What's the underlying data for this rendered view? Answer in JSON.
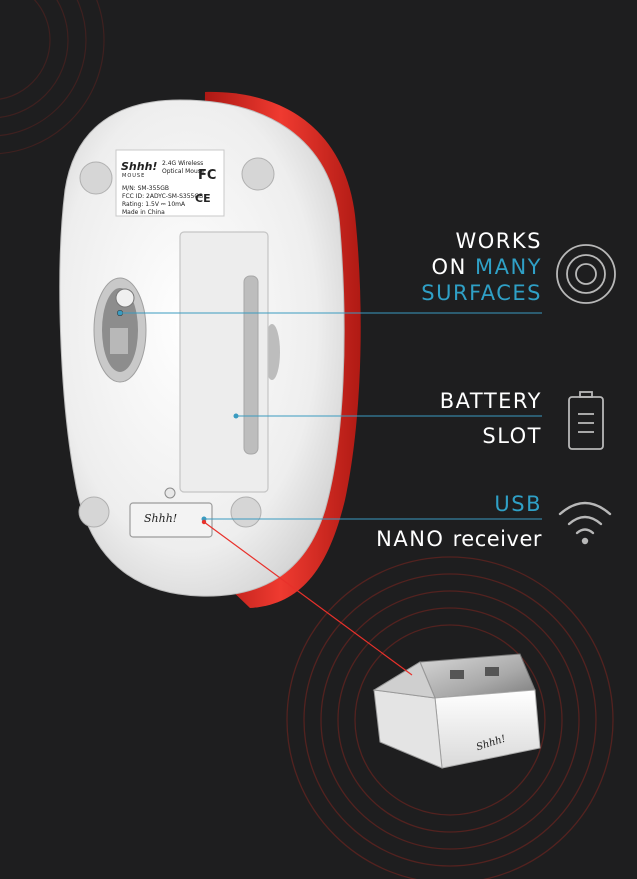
{
  "features": {
    "surfaces": {
      "line1": "WORKS",
      "line2_white": "ON ",
      "line2_accent": "MANY",
      "line3": "SURFACES"
    },
    "battery": {
      "line1": "BATTERY",
      "line2": "SLOT"
    },
    "usb": {
      "line1": "USB",
      "line2_a": "NANO ",
      "line2_b": "receiver"
    }
  },
  "icons": {
    "surfaces": "concentric-circles-icon",
    "battery": "battery-icon",
    "usb": "wifi-signal-icon"
  },
  "label": {
    "brand": "Shhh!",
    "brand_sub": "MOUSE",
    "title": "2.4G Wireless Optical Mouse",
    "line1": "M/N: SM-355GB",
    "line2": "FCC ID: 2ADYC-SM-S355GB",
    "line3": "Rating: 1.5V ⎓ 10mA",
    "line4": "Made in China",
    "fcc": "FC",
    "ce": "CE"
  },
  "slot_brand": "Shhh!",
  "dongle_brand": "Shhh!",
  "colors": {
    "background": "#1e1e1f",
    "accent": "#2fa0c6",
    "mouse_shell": "#e8312b",
    "mouse_body": "#f4f4f4",
    "leader_line": "#3a9bc0",
    "red_line": "#e8312b"
  }
}
